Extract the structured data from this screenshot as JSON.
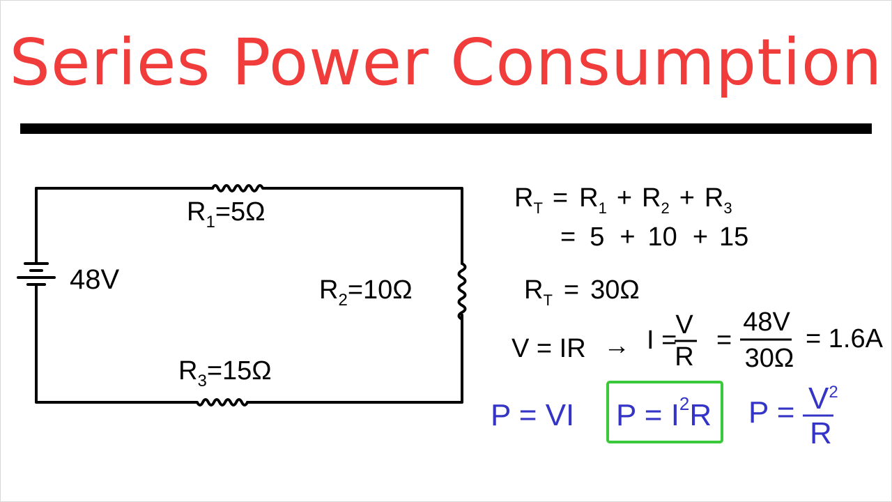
{
  "title": "Series Power Consumption",
  "colors": {
    "title": "#f13c3c",
    "ink": "#000000",
    "blue": "#3434c6",
    "green": "#3ac93a"
  },
  "circuit": {
    "battery_label": "48V",
    "r1": {
      "sym": "R",
      "sub": "1",
      "val": "=5Ω"
    },
    "r2": {
      "sym": "R",
      "sub": "2",
      "val": "=10Ω"
    },
    "r3": {
      "sym": "R",
      "sub": "3",
      "val": "=15Ω"
    }
  },
  "work": {
    "rt_sym": "R",
    "rt_sub": "T",
    "eq": "=",
    "r_sym": "R",
    "s1": "1",
    "s2": "2",
    "s3": "3",
    "plus": "+",
    "v5": "5",
    "v10": "10",
    "v15": "15",
    "rt_result": "30Ω",
    "ohm_law": "V = IR",
    "arrow": "→",
    "i_eq": "I =",
    "v": "V",
    "r": "R",
    "num": "48V",
    "den": "30Ω",
    "current": "= 1.6A"
  },
  "power": {
    "f1": "P = VI",
    "f2_left": "P = I",
    "f2_exp": "2",
    "f2_right": "R",
    "f3_left": "P =",
    "f3_num": "V",
    "f3_exp": "2",
    "f3_den": "R"
  }
}
